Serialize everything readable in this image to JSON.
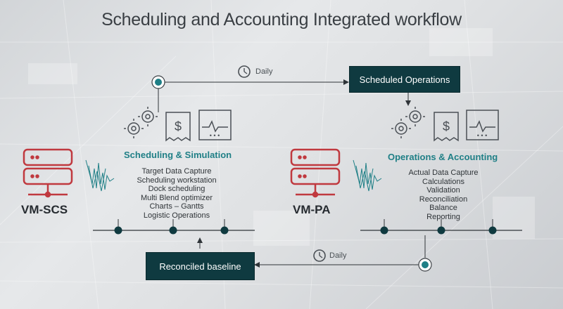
{
  "title": "Scheduling and Accounting Integrated workflow",
  "top_flow": {
    "label": "Daily"
  },
  "bottom_flow": {
    "label": "Daily"
  },
  "scheduled_operations": "Scheduled Operations",
  "reconciled_baseline": "Reconciled baseline",
  "left": {
    "server_label": "VM-SCS",
    "section_title": "Scheduling & Simulation",
    "items": [
      "Target Data Capture",
      "Scheduling workstation",
      "Dock scheduling",
      "Multi Blend optimizer",
      "Charts – Gantts",
      "Logistic Operations"
    ]
  },
  "right": {
    "server_label": "VM-PA",
    "section_title": "Operations & Accounting",
    "items": [
      "Actual Data Capture",
      "Calculations",
      "Validation",
      "Reconciliation",
      "Balance",
      "Reporting"
    ]
  },
  "colors": {
    "teal": "#1f7f86",
    "dark_teal": "#0f3a40",
    "server_red": "#c0393f",
    "icon_gray": "#4a4f55"
  },
  "icons": [
    "clock-icon",
    "gears-icon",
    "invoice-dollar-icon",
    "monitor-chart-icon",
    "server-icon",
    "waveform-icon"
  ]
}
